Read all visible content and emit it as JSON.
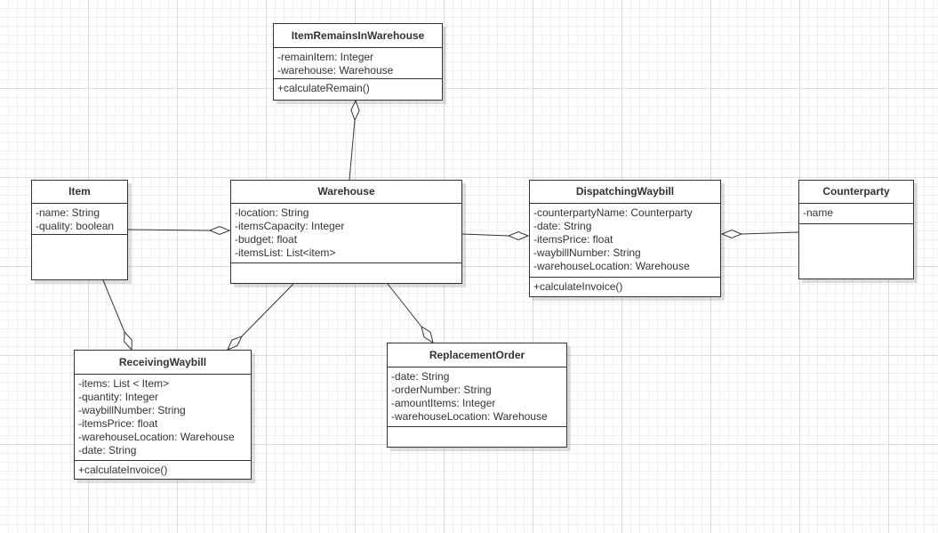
{
  "diagram": {
    "classes": {
      "item_remains": {
        "name": "ItemRemainsInWarehouse",
        "attributes": [
          "-remainItem: Integer",
          "-warehouse: Warehouse"
        ],
        "operations": [
          "+calculateRemain()"
        ]
      },
      "item": {
        "name": "Item",
        "attributes": [
          "-name: String",
          "-quality: boolean"
        ],
        "operations": []
      },
      "warehouse": {
        "name": "Warehouse",
        "attributes": [
          "-location: String",
          "-itemsCapacity: Integer",
          "-budget: float",
          "-itemsList: List<item>"
        ],
        "operations": []
      },
      "dispatching_waybill": {
        "name": "DispatchingWaybill",
        "attributes": [
          "-counterpartyName: Counterparty",
          "-date: String",
          "-itemsPrice: float",
          "-waybillNumber: String",
          "-warehouseLocation: Warehouse"
        ],
        "operations": [
          "+calculateInvoice()"
        ]
      },
      "counterparty": {
        "name": "Counterparty",
        "attributes": [
          "-name"
        ],
        "operations": []
      },
      "receiving_waybill": {
        "name": "ReceivingWaybill",
        "attributes": [
          "-items: List < Item>",
          "-quantity: Integer",
          "-waybillNumber: String",
          "-itemsPrice: float",
          "-warehouseLocation: Warehouse",
          "-date: String"
        ],
        "operations": [
          "+calculateInvoice()"
        ]
      },
      "replacement_order": {
        "name": "ReplacementOrder",
        "attributes": [
          "-date: String",
          "-orderNumber: String",
          "-amountItems: Integer",
          "-warehouseLocation: Warehouse"
        ],
        "operations": []
      }
    },
    "relationships": [
      {
        "from": "warehouse",
        "to": "item_remains",
        "type": "aggregation"
      },
      {
        "from": "item",
        "to": "warehouse",
        "type": "aggregation"
      },
      {
        "from": "warehouse",
        "to": "dispatching_waybill",
        "type": "aggregation"
      },
      {
        "from": "counterparty",
        "to": "dispatching_waybill",
        "type": "aggregation"
      },
      {
        "from": "item",
        "to": "receiving_waybill",
        "type": "aggregation"
      },
      {
        "from": "warehouse",
        "to": "receiving_waybill",
        "type": "aggregation"
      },
      {
        "from": "warehouse",
        "to": "replacement_order",
        "type": "aggregation"
      }
    ]
  }
}
